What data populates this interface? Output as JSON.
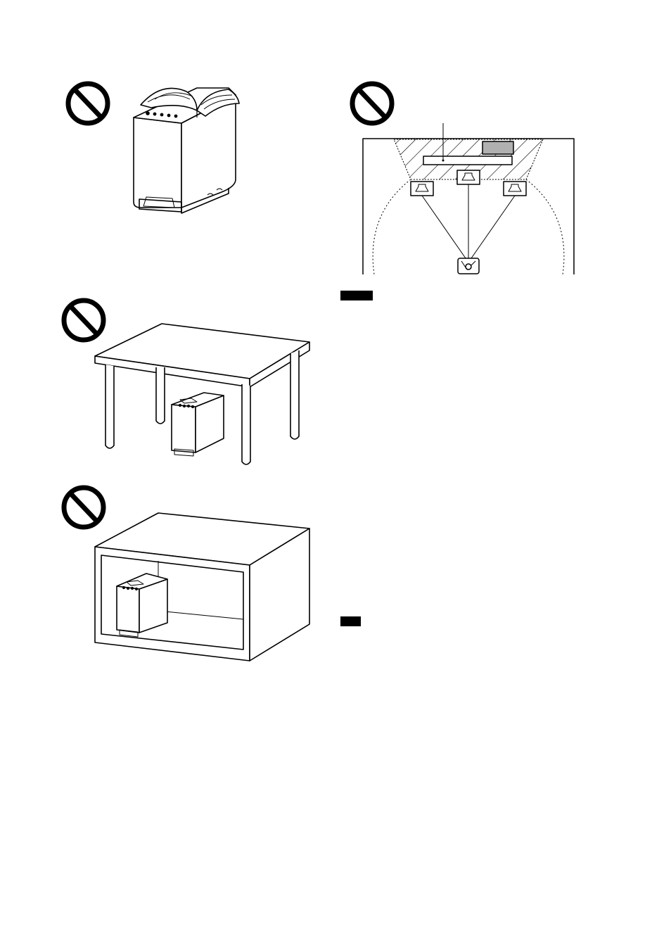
{
  "figures": [
    {
      "id": "subwoofer-book-on-top",
      "prohibited": true
    },
    {
      "id": "subwoofer-under-table",
      "prohibited": true
    },
    {
      "id": "subwoofer-in-cabinet",
      "prohibited": true
    },
    {
      "id": "speaker-placement-room",
      "prohibited": true
    }
  ],
  "icons": [
    "prohibition-icon",
    "speaker-icon",
    "listener-icon"
  ],
  "tags": [
    "note-tag",
    "tip-tag"
  ],
  "colors": {
    "ink": "#000000",
    "paper": "#ffffff",
    "screen_fill": "#b0b0b0"
  }
}
